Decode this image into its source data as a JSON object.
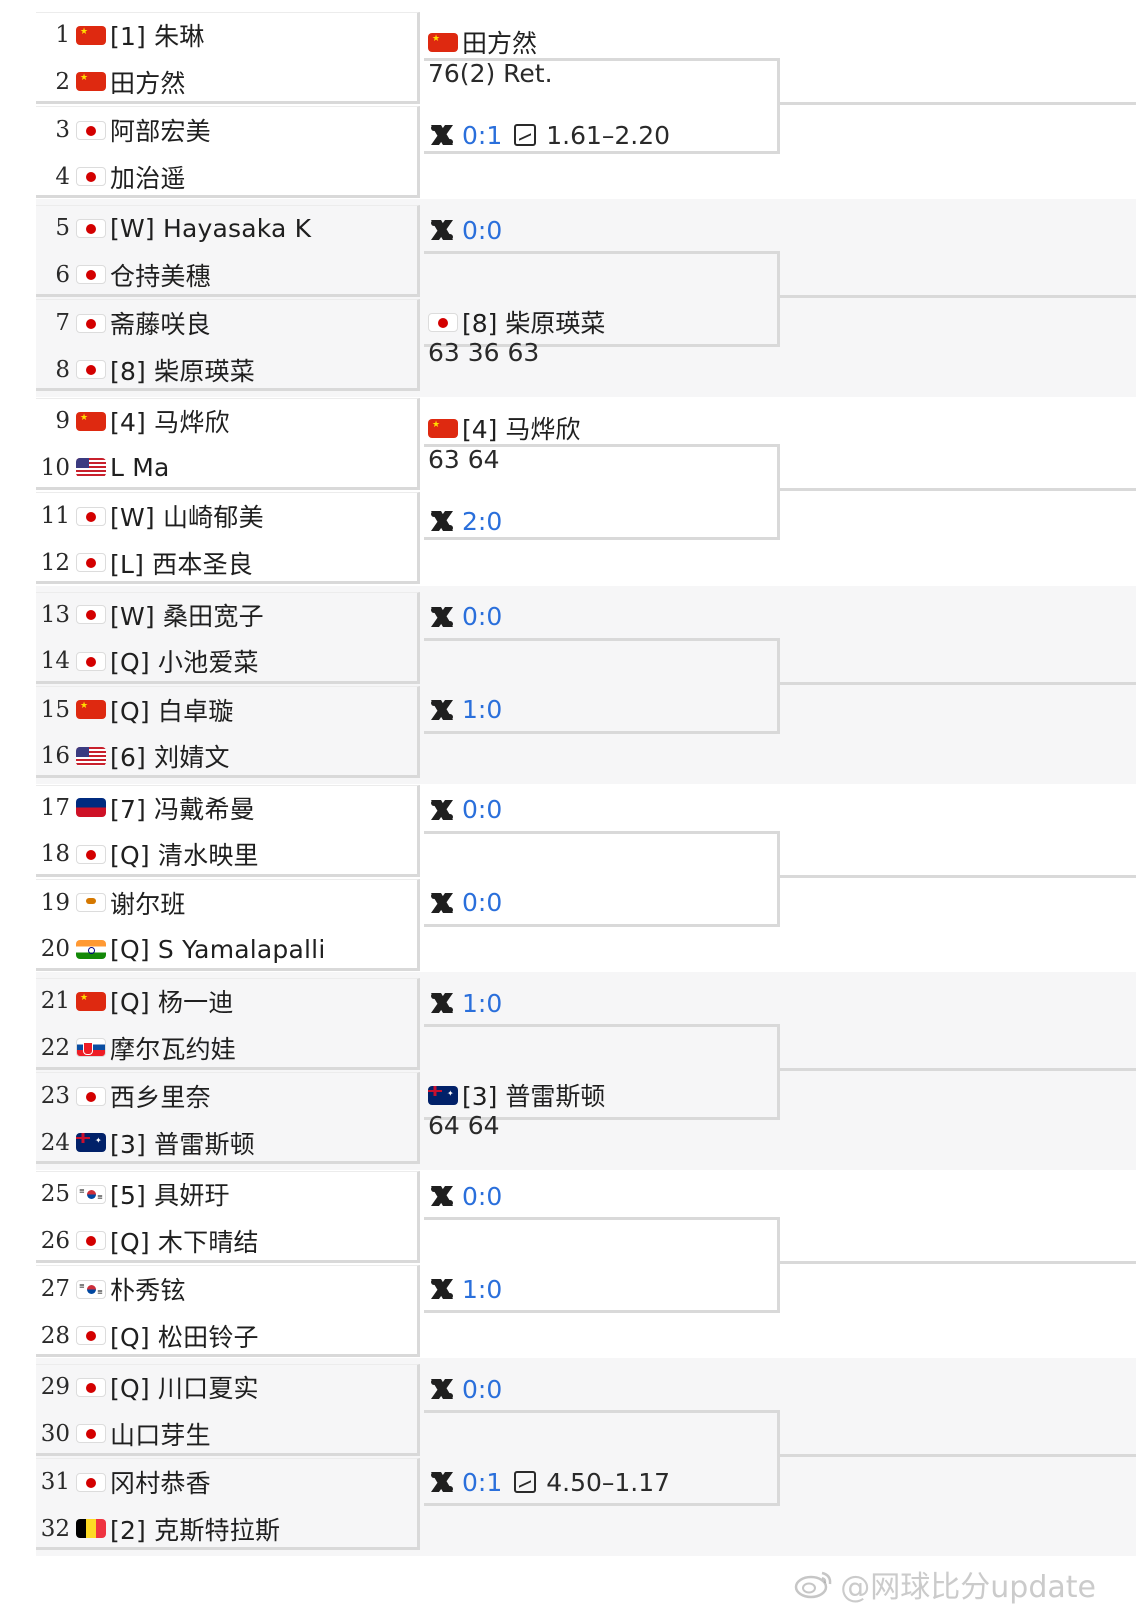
{
  "players": [
    {
      "num": "1",
      "flag": "cn",
      "name": "[1] 朱琳"
    },
    {
      "num": "2",
      "flag": "cn",
      "name": "田方然"
    },
    {
      "num": "3",
      "flag": "jp",
      "name": "阿部宏美"
    },
    {
      "num": "4",
      "flag": "jp",
      "name": "加治遥"
    },
    {
      "num": "5",
      "flag": "jp",
      "name": "[W] Hayasaka K"
    },
    {
      "num": "6",
      "flag": "jp",
      "name": "仓持美穗"
    },
    {
      "num": "7",
      "flag": "jp",
      "name": "斋藤咲良"
    },
    {
      "num": "8",
      "flag": "jp",
      "name": "[8] 柴原瑛菜"
    },
    {
      "num": "9",
      "flag": "cn",
      "name": "[4] 马烨欣"
    },
    {
      "num": "10",
      "flag": "us",
      "name": "L Ma"
    },
    {
      "num": "11",
      "flag": "jp",
      "name": "[W] 山崎郁美"
    },
    {
      "num": "12",
      "flag": "jp",
      "name": "[L] 西本圣良"
    },
    {
      "num": "13",
      "flag": "jp",
      "name": "[W] 桑田宽子"
    },
    {
      "num": "14",
      "flag": "jp",
      "name": "[Q] 小池爱菜"
    },
    {
      "num": "15",
      "flag": "cn",
      "name": "[Q] 白卓璇"
    },
    {
      "num": "16",
      "flag": "us",
      "name": "[6] 刘婧文"
    },
    {
      "num": "17",
      "flag": "li",
      "name": "[7] 冯戴希曼"
    },
    {
      "num": "18",
      "flag": "jp",
      "name": "[Q] 清水映里"
    },
    {
      "num": "19",
      "flag": "cy",
      "name": "谢尔班"
    },
    {
      "num": "20",
      "flag": "in",
      "name": "[Q] S Yamalapalli"
    },
    {
      "num": "21",
      "flag": "cn",
      "name": "[Q] 杨一迪"
    },
    {
      "num": "22",
      "flag": "sk",
      "name": "摩尔瓦约娃"
    },
    {
      "num": "23",
      "flag": "jp",
      "name": "西乡里奈"
    },
    {
      "num": "24",
      "flag": "au",
      "name": "[3] 普雷斯顿"
    },
    {
      "num": "25",
      "flag": "kr",
      "name": "[5] 具妍玗"
    },
    {
      "num": "26",
      "flag": "jp",
      "name": "[Q] 木下晴结"
    },
    {
      "num": "27",
      "flag": "kr",
      "name": "朴秀铉"
    },
    {
      "num": "28",
      "flag": "jp",
      "name": "[Q] 松田铃子"
    },
    {
      "num": "29",
      "flag": "jp",
      "name": "[Q] 川口夏实"
    },
    {
      "num": "30",
      "flag": "jp",
      "name": "山口芽生"
    },
    {
      "num": "31",
      "flag": "jp",
      "name": "冈村恭香"
    },
    {
      "num": "32",
      "flag": "be",
      "name": "[2] 克斯特拉斯"
    }
  ],
  "matches": [
    {
      "winner": {
        "flag": "cn",
        "name": "田方然"
      },
      "score": "76(2) Ret.",
      "h2h": "0:1",
      "odds": "1.61–2.20",
      "h2h_on_top": false
    },
    {
      "winner": {
        "flag": "jp",
        "name": "[8] 柴原瑛菜"
      },
      "score": "63 36 63",
      "h2h": "0:0",
      "odds": "",
      "h2h_on_top": true
    },
    {
      "winner": {
        "flag": "cn",
        "name": "[4] 马烨欣"
      },
      "score": "63 64",
      "h2h": "2:0",
      "odds": "",
      "h2h_on_top": false
    },
    {
      "winner": null,
      "score": "",
      "h2h": "0:0",
      "h2h_b": "1:0",
      "odds": "",
      "h2h_on_top": true
    },
    {
      "winner": null,
      "score": "",
      "h2h": "0:0",
      "h2h_b": "0:0",
      "odds": "",
      "h2h_on_top": true
    },
    {
      "winner": {
        "flag": "au",
        "name": "[3] 普雷斯顿"
      },
      "score": "64 64",
      "h2h": "1:0",
      "odds": "",
      "h2h_on_top": true
    },
    {
      "winner": null,
      "score": "",
      "h2h": "0:0",
      "h2h_b": "1:0",
      "odds": "",
      "h2h_on_top": true
    },
    {
      "winner": null,
      "score": "",
      "h2h": "0:0",
      "h2h_b": "0:1",
      "odds_b": "4.50–1.17",
      "h2h_on_top": true
    }
  ],
  "watermark": "@网球比分update",
  "colors": {
    "h2h_blue": "#2a6fdb",
    "line_grey": "#d9d9d9",
    "band_shade": "#f6f6f7"
  }
}
